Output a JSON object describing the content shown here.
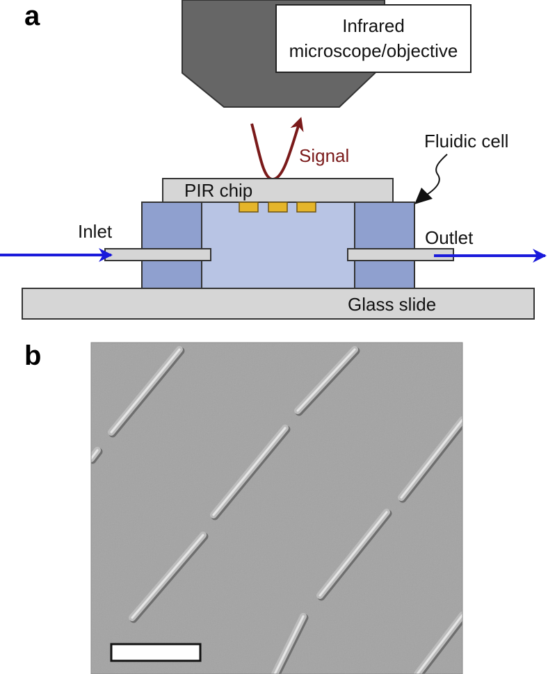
{
  "panel_a": {
    "label": "a",
    "objective_label_line1": "Infrared",
    "objective_label_line2": "microscope/objective",
    "signal_label": "Signal",
    "fluidic_cell_label": "Fluidic cell",
    "pir_chip_label": "PIR chip",
    "inlet_label": "Inlet",
    "outlet_label": "Outlet",
    "glass_slide_label": "Glass slide",
    "colors": {
      "objective": "#666666",
      "cell_wall": "#8fa0cf",
      "channel": "#b8c4e4",
      "chip": "#d6d6d6",
      "slide": "#d6d6d6",
      "electrodes": "#e5b52a",
      "flow_arrow": "#1a1adb",
      "signal": "#7a1a1a"
    }
  },
  "panel_b": {
    "label": "b",
    "image_description_icon": "sem-micrograph-nanorod-array",
    "scale_bar_icon": "scale-bar"
  }
}
